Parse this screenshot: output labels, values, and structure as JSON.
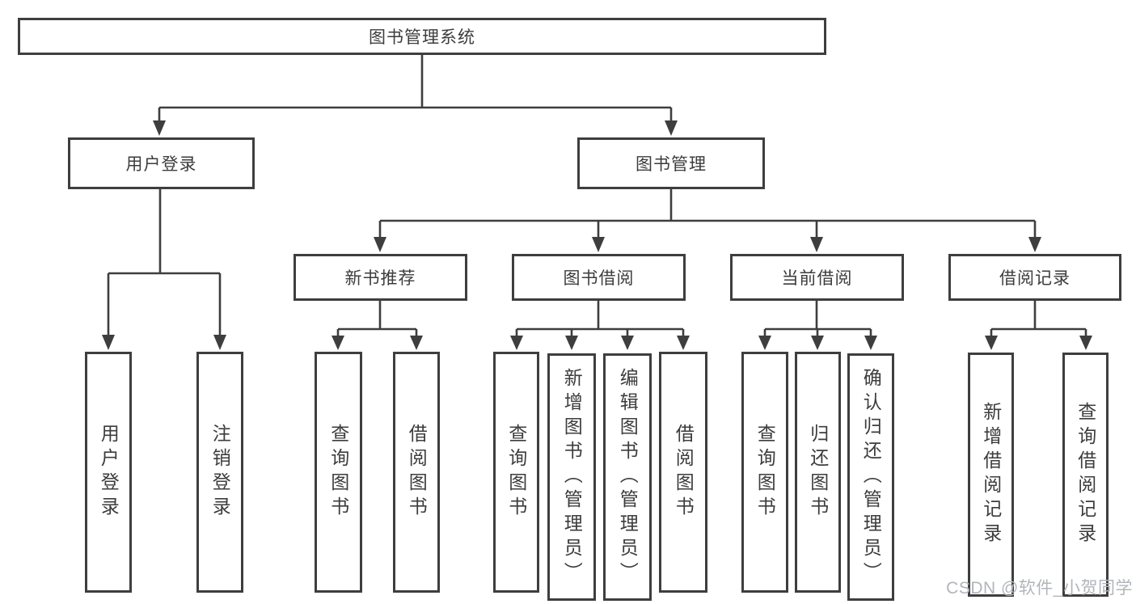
{
  "root": {
    "label": "图书管理系统"
  },
  "branches": [
    {
      "label": "用户登录",
      "children": [
        {
          "label": "用户登录"
        },
        {
          "label": "注销登录"
        }
      ]
    },
    {
      "label": "图书管理",
      "children": [
        {
          "label": "新书推荐",
          "children": [
            {
              "label": "查询图书"
            },
            {
              "label": "借阅图书"
            }
          ]
        },
        {
          "label": "图书借阅",
          "children": [
            {
              "label": "查询图书"
            },
            {
              "label": "新增图书（管理员）"
            },
            {
              "label": "编辑图书（管理员）"
            },
            {
              "label": "借阅图书"
            }
          ]
        },
        {
          "label": "当前借阅",
          "children": [
            {
              "label": "查询图书"
            },
            {
              "label": "归还图书"
            },
            {
              "label": "确认归还（管理员）"
            }
          ]
        },
        {
          "label": "借阅记录",
          "children": [
            {
              "label": "新增借阅记录"
            },
            {
              "label": "查询借阅记录"
            }
          ]
        }
      ]
    }
  ],
  "watermark": "CSDN @软件_小贺同学",
  "colors": {
    "line": "#3e3e3e",
    "text": "#3c3c3c",
    "watermark": "#b1b5bb",
    "background": "#ffffff"
  }
}
